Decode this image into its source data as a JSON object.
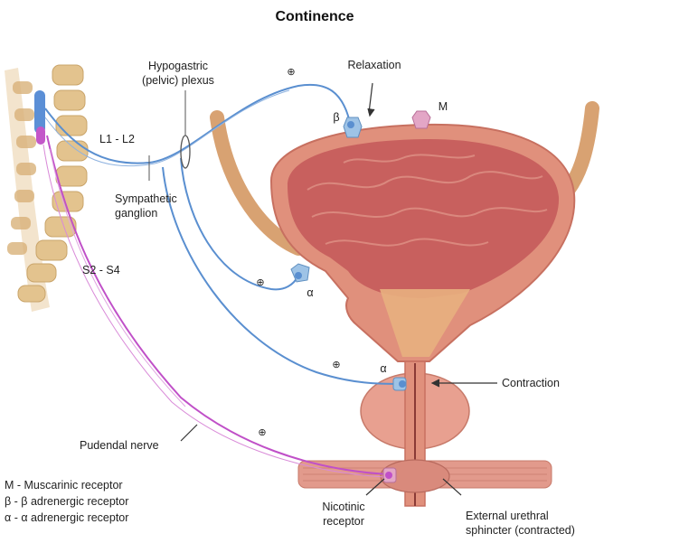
{
  "title": "Continence",
  "labels": {
    "hypogastric_line1": "Hypogastric",
    "hypogastric_line2": "(pelvic) plexus",
    "relaxation": "Relaxation",
    "beta_receptor": "β",
    "m_receptor": "M",
    "l1_l2": "L1 - L2",
    "sympathetic_line1": "Sympathetic",
    "sympathetic_line2": "ganglion",
    "s2_s4": "S2 - S4",
    "alpha_upper": "α",
    "alpha_lower": "α",
    "contraction": "Contraction",
    "pudendal_nerve": "Pudendal nerve",
    "nicotinic_line1": "Nicotinic",
    "nicotinic_line2": "receptor",
    "external_line1": "External urethral",
    "external_line2": "sphincter (contracted)"
  },
  "plus_signs": [
    "⊕",
    "⊕",
    "⊕",
    "⊕"
  ],
  "legend": [
    "M - Muscarinic receptor",
    "β - β adrenergic receptor",
    "α - α adrenergic receptor"
  ],
  "colors": {
    "bladder_wall": "#e0907c",
    "bladder_inner": "#c8605e",
    "bladder_neck": "#e8b080",
    "sympathetic_nerve": "#5a8fd0",
    "pudendal_nerve": "#c050c8",
    "vertebra": "#e3c38e",
    "prostate": "#e8a090",
    "receptor_blue": "#9ec3e6",
    "receptor_pink": "#e3a6c6"
  }
}
